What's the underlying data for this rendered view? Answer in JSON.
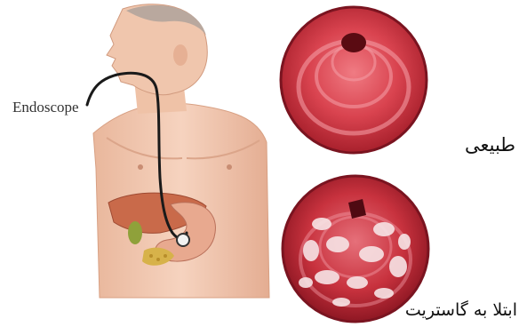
{
  "labels": {
    "endoscope": "Endoscope",
    "normal": "طبیعی",
    "gastritis": "ابتلا به گاستریت"
  },
  "colors": {
    "skin": "#f2c9b0",
    "skin_shadow": "#dca386",
    "tube": "#1a1a1a",
    "liver": "#c96a4a",
    "stomach": "#e8a98f",
    "gallbladder": "#8fa13a",
    "pancreas": "#d7b24a",
    "mucosa_normal": "#d9434f",
    "mucosa_inflamed": "#c8323e"
  },
  "icons": {
    "figure": "human-torso-icon",
    "normal_view": "normal-stomach-endoscopic-view-icon",
    "gastritis_view": "gastritis-endoscopic-view-icon"
  }
}
